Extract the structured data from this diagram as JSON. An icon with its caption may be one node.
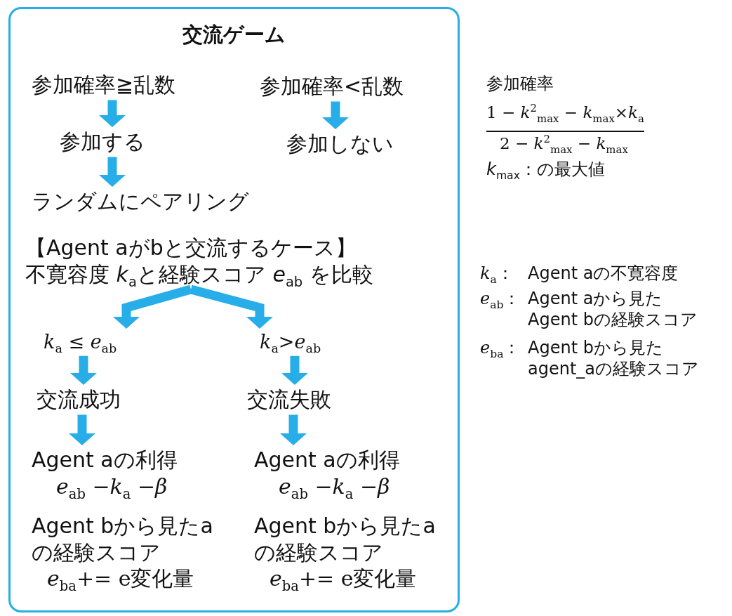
{
  "diagram": {
    "nodes": [
      {
        "text": [
          "交流ゲーム"
        ]
      },
      {
        "text": [
          "参加確率≧乱数"
        ],
        "in": 0
      },
      {
        "text": [
          "参加確率<乱数"
        ],
        "in": 0
      },
      {
        "text": [
          "参加する"
        ],
        "in": 0
      },
      {
        "text": [
          "参加しない"
        ],
        "in": 0
      },
      {
        "text": [
          "ランダムにペアリング"
        ],
        "in": 0
      },
      {
        "text": [
          "【Agent aがbと交流するケース】",
          "不寛容度 *k*$_{a}$と経験スコア *e*$_{ab}$ を比較"
        ],
        "in": 0
      },
      {
        "text": [
          "*k*$_{a}$ ≤ *e*$_{ab}$"
        ],
        "in": 0
      },
      {
        "text": [
          "*k*$_{a}$>*e*$_{ab}$"
        ],
        "in": 0
      },
      {
        "text": [
          "交流成功"
        ],
        "in": 0
      },
      {
        "text": [
          "交流失敗"
        ],
        "in": 0
      },
      {
        "text": [
          "Agent aの利得",
          "*e*$_{ab}$ −*k*$_{a}$ −*β*"
        ],
        "in": 0
      },
      {
        "text": [
          "Agent aの利得",
          "*e*$_{ab}$ −*k*$_{a}$ −*β*"
        ],
        "in": 0
      },
      {
        "text": [
          "Agent bから見たaの経験スコア",
          "*e*$_{ba}$+= e変化量"
        ],
        "in": 0
      },
      {
        "text": [
          "Agent bから見たaの経験スコア",
          "*e*$_{ba}$+= e変化量"
        ],
        "in": 0
      }
    ],
    "edges": [
      {
        "from": 1,
        "to": 3,
        "arrow": "to"
      },
      {
        "from": 3,
        "to": 5,
        "arrow": "to"
      },
      {
        "from": 2,
        "to": 4,
        "arrow": "to"
      },
      {
        "from": 6,
        "to": 7,
        "arrow": "to"
      },
      {
        "from": 6,
        "to": 8,
        "arrow": "to"
      },
      {
        "from": 7,
        "to": 9,
        "arrow": "to"
      },
      {
        "from": 8,
        "to": 10,
        "arrow": "to"
      },
      {
        "from": 9,
        "to": 11,
        "arrow": "to"
      },
      {
        "from": 10,
        "to": 12,
        "arrow": "to"
      }
    ],
    "labels": [
      "参加確率",
      "1 − *k*$^{2}$$_{max}$ − *k*$_{max}$×*k*$_{a}$",
      "2 − *k*$^{2}$$_{max}$ − *k*$_{max}$",
      "*k*$_{max}$：の最大値",
      "*k*$_{a}$：",
      "Agent aの不寛容度",
      "*e*$_{ab}$：",
      "Agent aから見たAgent bの経験スコア",
      "*e*$_{ba}$：",
      "Agent bから見たagent_aの経験スコア"
    ]
  }
}
